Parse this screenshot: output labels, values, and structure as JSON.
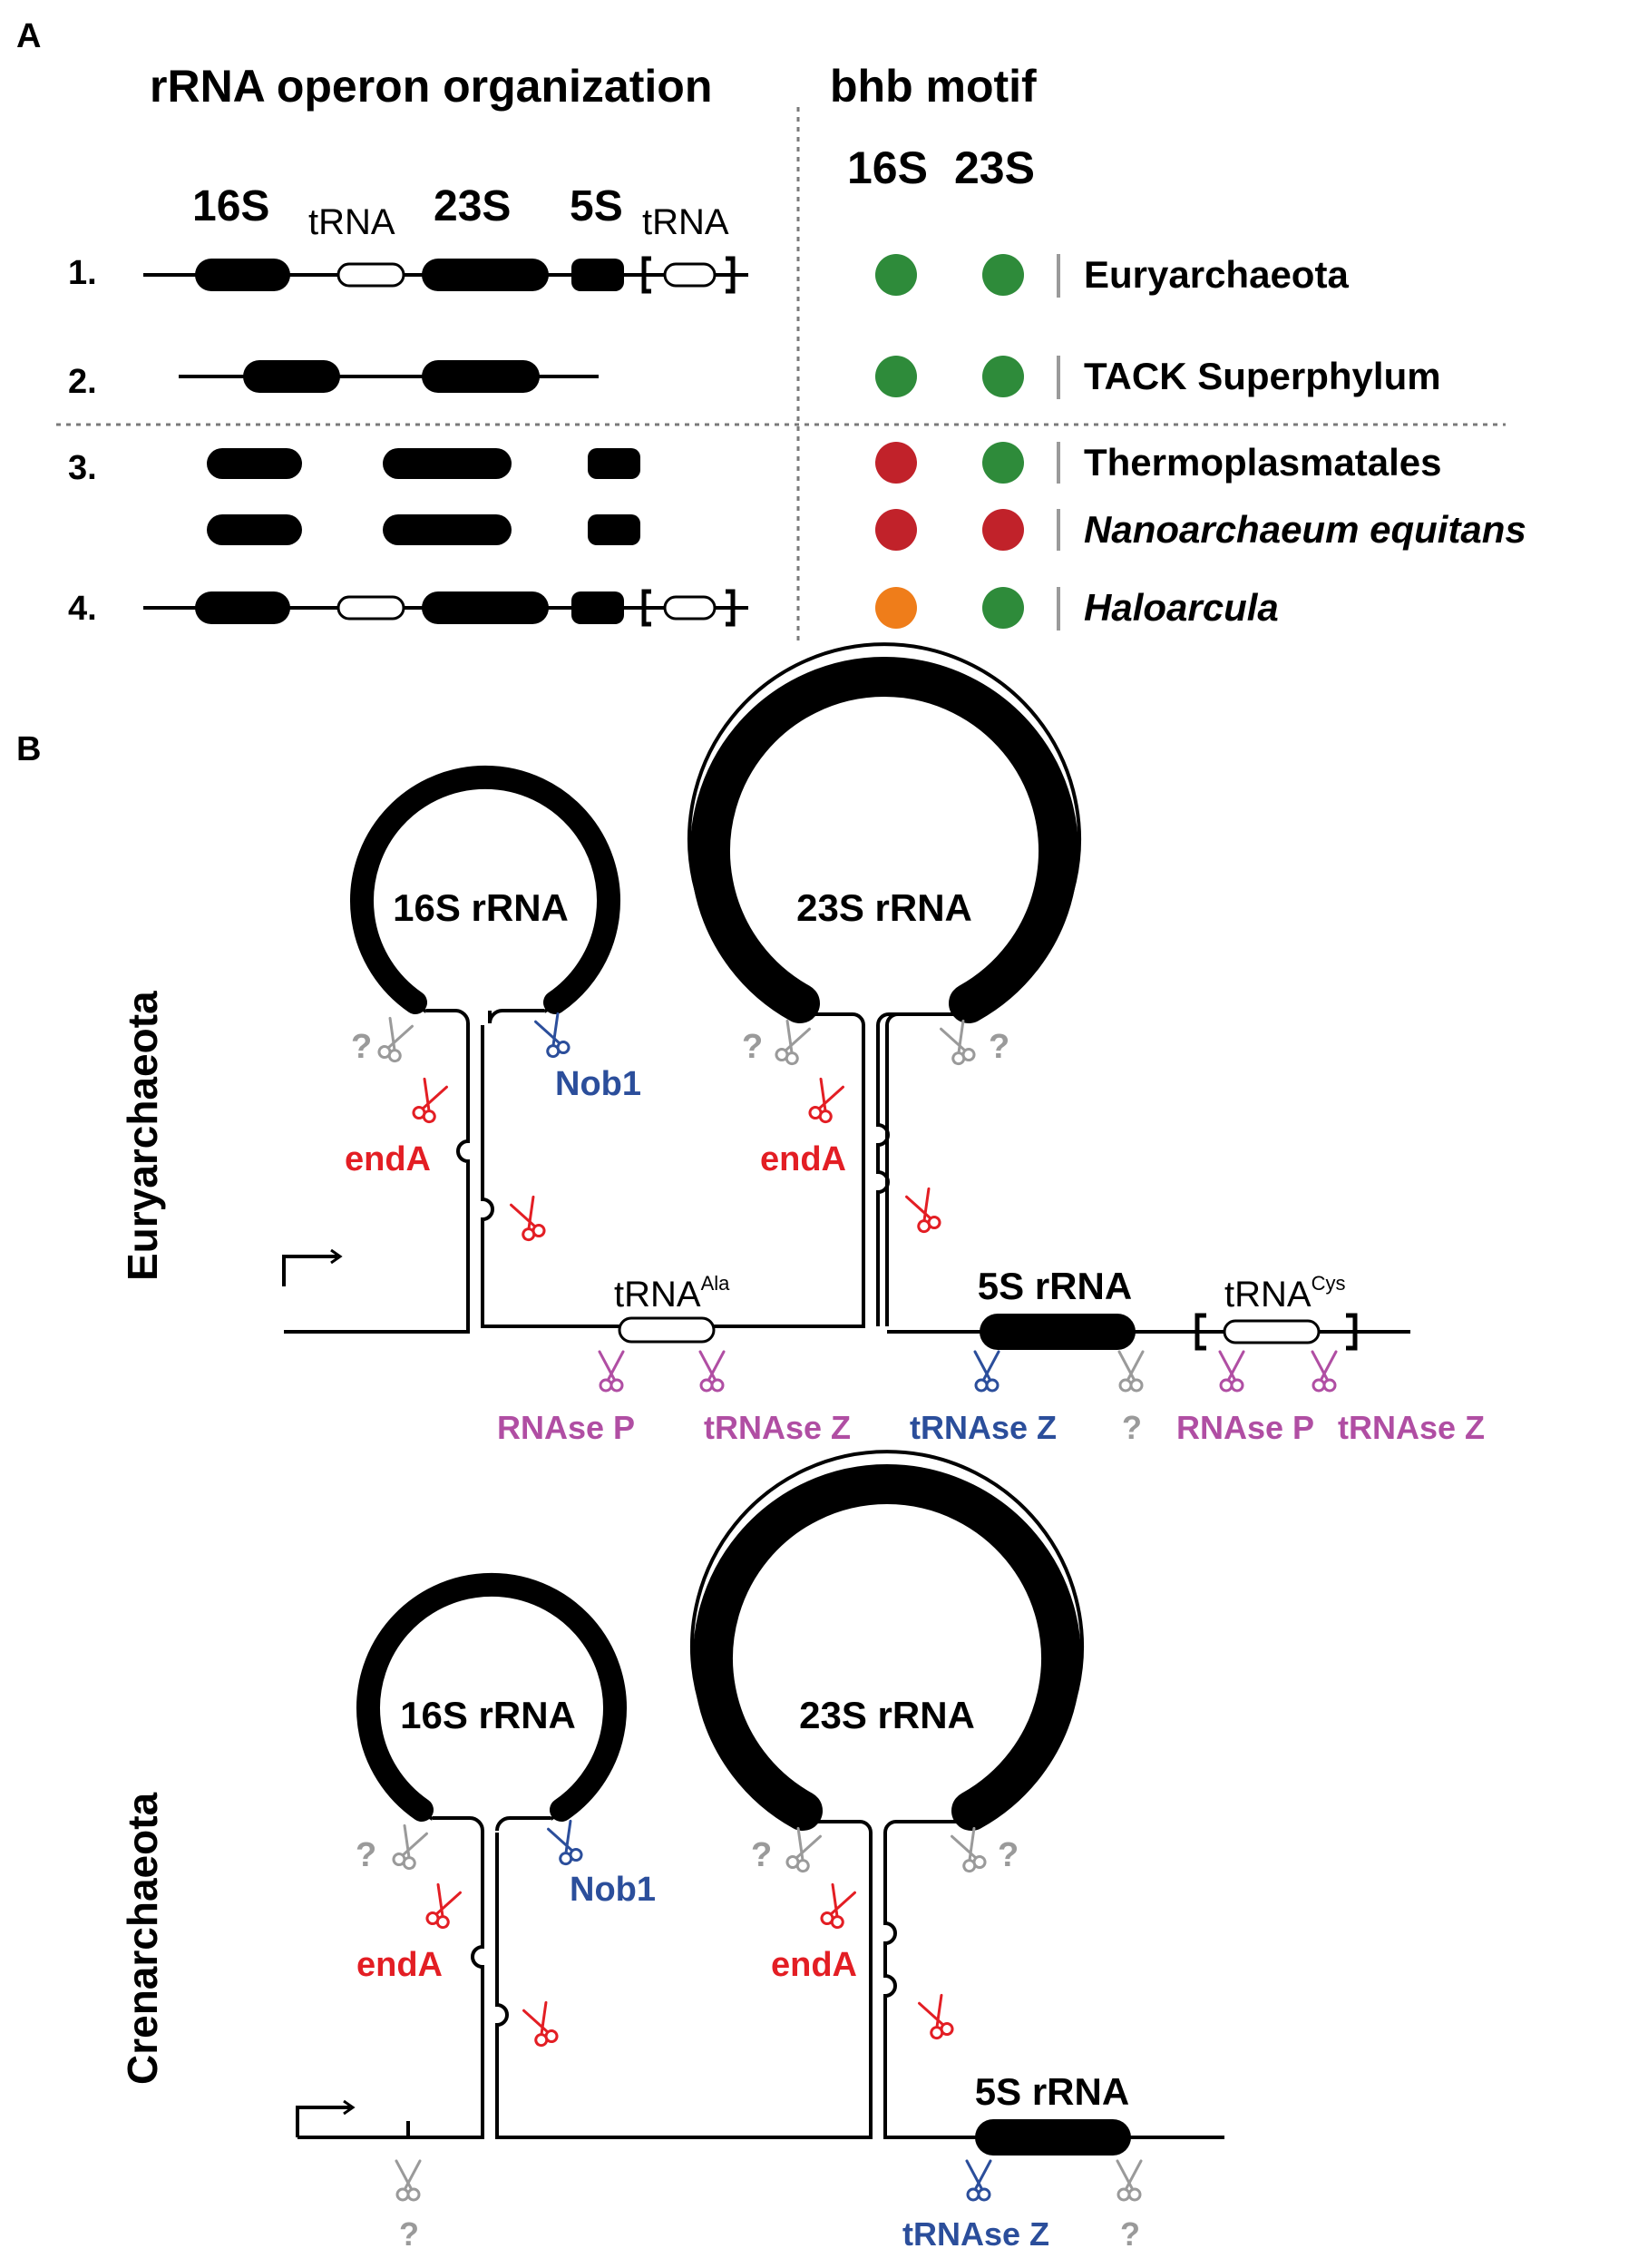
{
  "colors": {
    "green": "#2e8b3a",
    "red": "#c1222a",
    "orange": "#ef7d1a",
    "endA": "#e31e24",
    "blue_enzyme": "#2b4e9b",
    "magenta_enzyme": "#b04ea3",
    "gray": "#9a9a9a"
  },
  "panel_a": {
    "letter": "A",
    "operon_title": "rRNA operon organization",
    "bhb_title": "bhb motif",
    "gene_labels": {
      "s16": "16S",
      "trna1": "tRNA",
      "s23": "23S",
      "s5": "5S",
      "trna2": "tRNA"
    },
    "bhb_cols": {
      "s16": "16S",
      "s23": "23S"
    },
    "rows": [
      {
        "num": "1.",
        "label": "Euryarchaeota",
        "italic": false,
        "bhb16": "green",
        "bhb23": "green"
      },
      {
        "num": "2.",
        "label": "TACK Superphylum",
        "italic": false,
        "bhb16": "green",
        "bhb23": "green"
      },
      {
        "num": "3.",
        "label": "Thermoplasmatales",
        "italic": false,
        "bhb16": "red",
        "bhb23": "green"
      },
      {
        "num": "",
        "label": "Nanoarchaeum equitans",
        "italic": true,
        "bhb16": "red",
        "bhb23": "red"
      },
      {
        "num": "4.",
        "label": "Haloarcula",
        "italic": true,
        "bhb16": "orange",
        "bhb23": "green"
      }
    ]
  },
  "panel_b": {
    "letter": "B",
    "eury": {
      "side_label": "Euryarchaeota",
      "loop16": "16S rRNA",
      "loop23": "23S rRNA",
      "q1": "?",
      "q2": "?",
      "q3": "?",
      "nob1": "Nob1",
      "endA1": "endA",
      "endA2": "endA",
      "trna_ala_base": "tRNA",
      "trna_ala_sup": "Ala",
      "s5": "5S rRNA",
      "trna_cys_base": "tRNA",
      "trna_cys_sup": "Cys",
      "rnase_p1": "RNAse P",
      "trnase_z1": "tRNAse Z",
      "trnase_z2": "tRNAse Z",
      "q4": "?",
      "rnase_p2": "RNAse P",
      "trnase_z3": "tRNAse Z"
    },
    "cren": {
      "side_label": "Crenarchaeota",
      "loop16": "16S rRNA",
      "loop23": "23S rRNA",
      "q1": "?",
      "q2": "?",
      "q3": "?",
      "nob1": "Nob1",
      "endA1": "endA",
      "endA2": "endA",
      "s5": "5S rRNA",
      "q_bottom": "?",
      "trnase_z": "tRNAse Z",
      "q4": "?"
    }
  }
}
